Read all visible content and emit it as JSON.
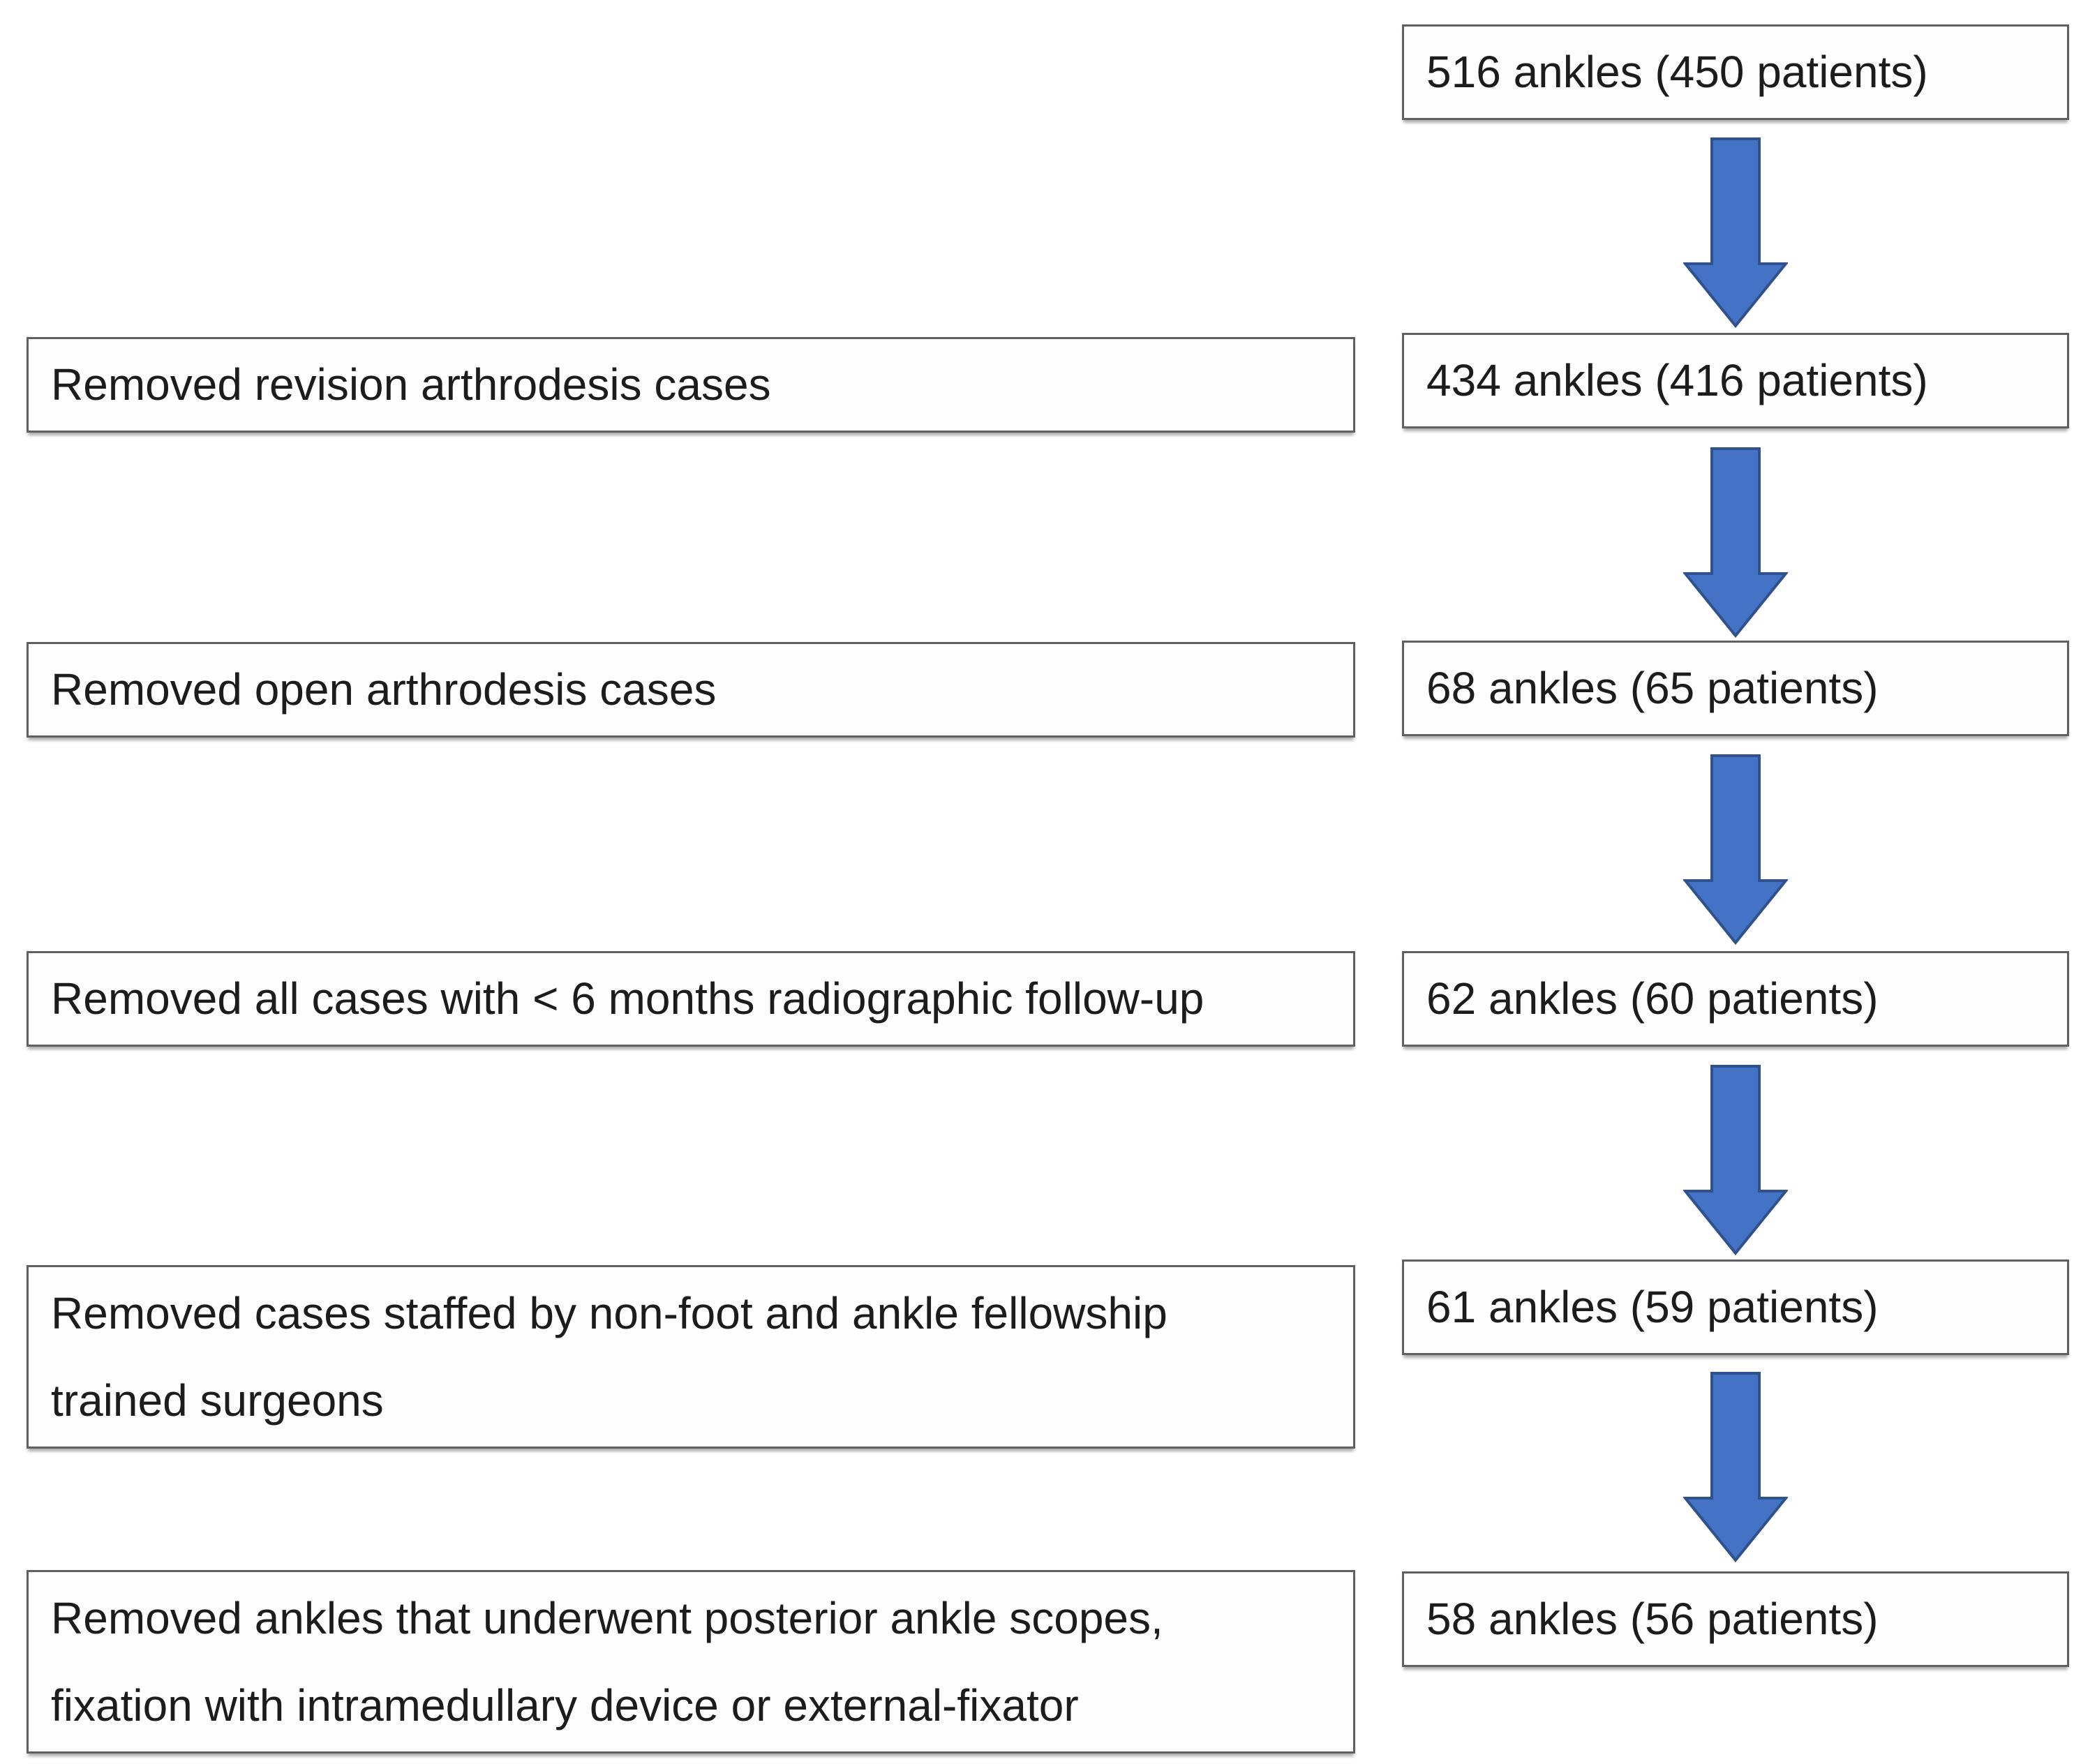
{
  "figure": {
    "type": "flowchart",
    "description": "Patient selection flow diagram: ankles/patients remaining after successive exclusion steps"
  },
  "flow": {
    "start": {
      "count": "516 ankles (450 patients)"
    },
    "steps": [
      {
        "exclusion": "Removed revision arthrodesis cases",
        "count": "434 ankles (416 patients)"
      },
      {
        "exclusion": "Removed open arthrodesis cases",
        "count": "68 ankles (65 patients)"
      },
      {
        "exclusion": "Removed all cases with < 6 months radiographic follow-up",
        "count": "62 ankles (60 patients)"
      },
      {
        "exclusion": "Removed cases staffed by non-foot and ankle fellowship trained surgeons",
        "count": "61 ankles (59 patients)"
      },
      {
        "exclusion": "Removed ankles that underwent posterior ankle scopes, fixation with intramedullary device or external-fixator",
        "count": "58 ankles (56 patients)"
      }
    ]
  },
  "colors": {
    "background": "#ffffff",
    "box_fill": "#fdfdfd",
    "box_border": "#606060",
    "text": "#1c1c1c",
    "arrow_fill": "#4472C4",
    "arrow_stroke": "#2F528F"
  }
}
